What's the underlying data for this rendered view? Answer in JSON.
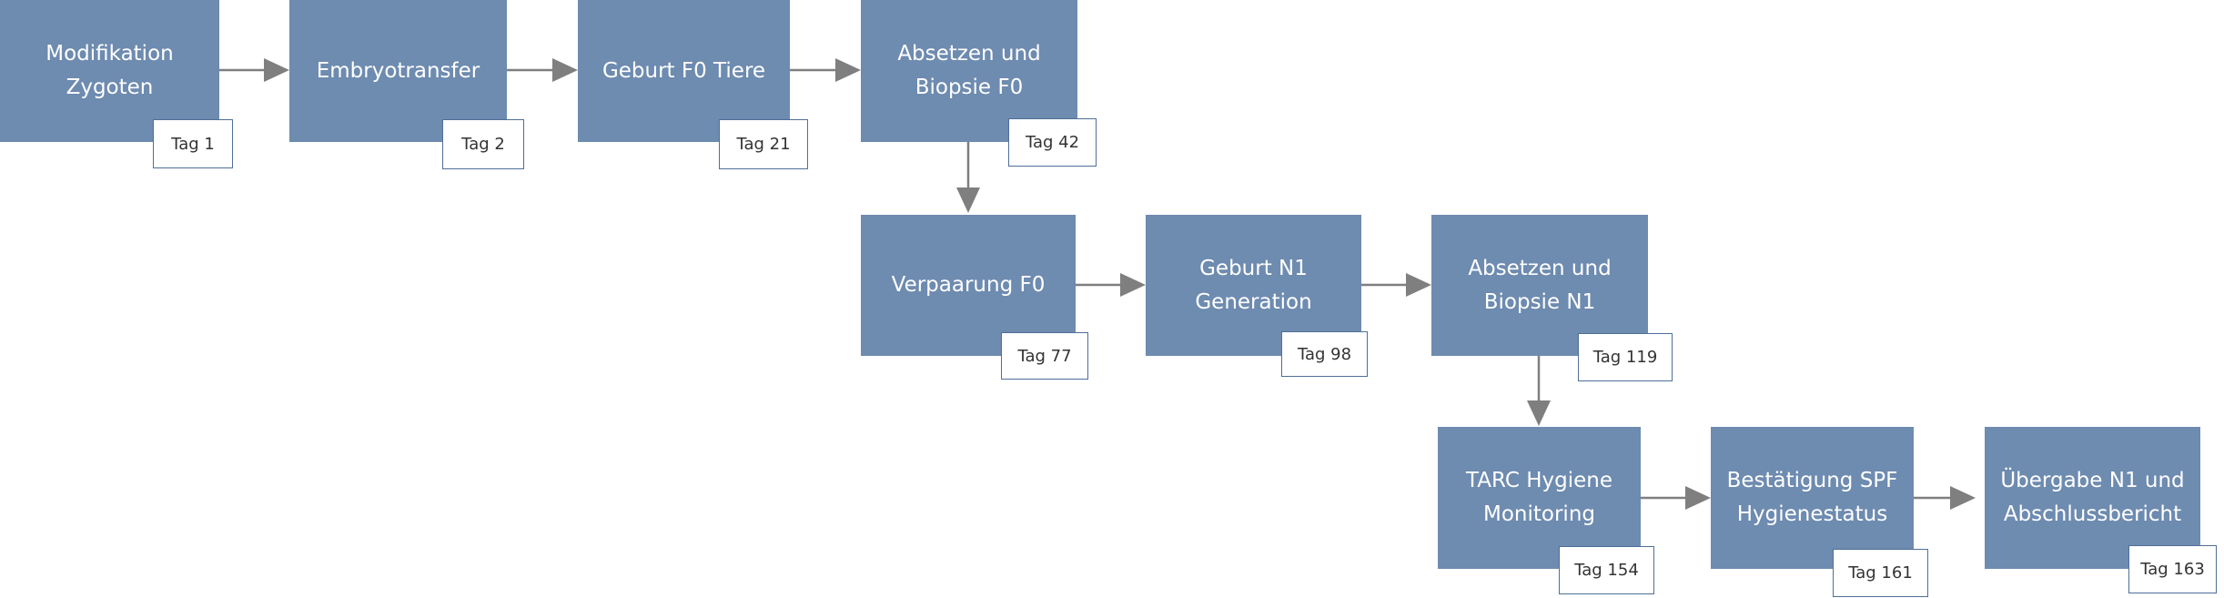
{
  "steps": [
    {
      "id": "modifikation-zygoten",
      "label": "Modifikation Zygoten",
      "tag": "Tag 1"
    },
    {
      "id": "embryotransfer",
      "label": "Embryotransfer",
      "tag": "Tag 2"
    },
    {
      "id": "geburt-f0-tiere",
      "label": "Geburt F0 Tiere",
      "tag": "Tag 21"
    },
    {
      "id": "absetzen-biopsie-f0",
      "label": "Absetzen und Biopsie F0",
      "tag": "Tag 42"
    },
    {
      "id": "verpaarung-f0",
      "label": "Verpaarung F0",
      "tag": "Tag 77"
    },
    {
      "id": "geburt-n1-generation",
      "label": "Geburt N1 Generation",
      "tag": "Tag 98"
    },
    {
      "id": "absetzen-biopsie-n1",
      "label": "Absetzen und Biopsie N1",
      "tag": "Tag 119"
    },
    {
      "id": "tarc-hygiene-monitoring",
      "label": "TARC Hygiene Monitoring",
      "tag": "Tag 154"
    },
    {
      "id": "bestaetigung-spf-hygienestatus",
      "label": "Bestätigung SPF Hygienestatus",
      "tag": "Tag 161"
    },
    {
      "id": "uebergabe-n1-abschlussbericht",
      "label": "Übergabe N1 und Abschlussbericht",
      "tag": "Tag 163"
    }
  ],
  "colors": {
    "box": "#6e8bb0",
    "tag_border": "#4f6f98",
    "arrow": "#7f7f7f"
  }
}
